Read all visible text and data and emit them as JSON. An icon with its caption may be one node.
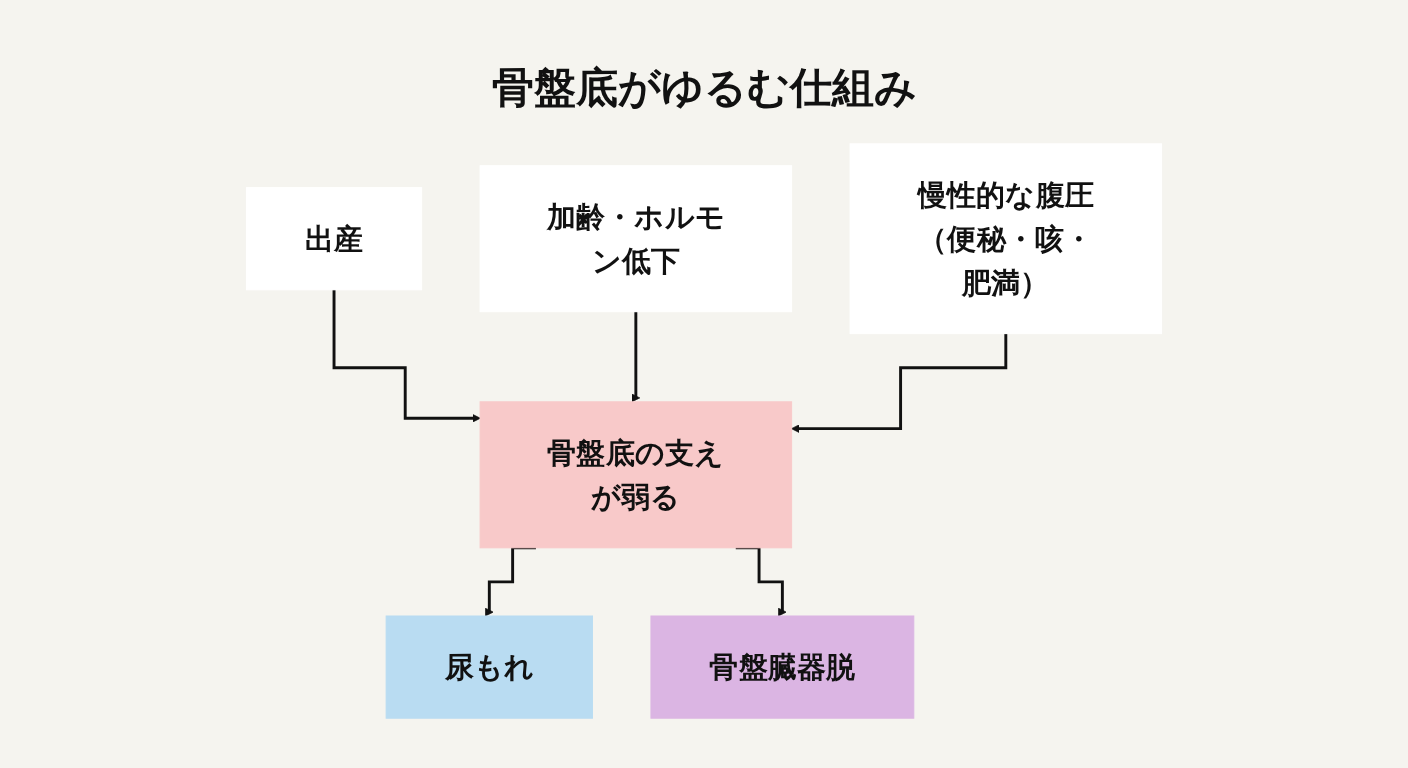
{
  "diagram": {
    "title": "骨盤底がゆるむ仕組み",
    "nodes": [
      {
        "text": [
          "出産"
        ]
      },
      {
        "text": [
          "加齢・ホルモン低下"
        ]
      },
      {
        "text": [
          "慢性的な腹圧（便秘・咳・肥満）"
        ]
      },
      {
        "text": [
          "骨盤底の支えが弱る"
        ]
      },
      {
        "text": [
          "尿もれ"
        ]
      },
      {
        "text": [
          "骨盤臓器脱"
        ]
      }
    ],
    "edges": [
      {
        "from": 0,
        "to": 3,
        "arrow": "to"
      },
      {
        "from": 1,
        "to": 3,
        "arrow": "to"
      },
      {
        "from": 2,
        "to": 3,
        "arrow": "to"
      },
      {
        "from": 3,
        "to": 4,
        "arrow": "to"
      },
      {
        "from": 3,
        "to": 5,
        "arrow": "to"
      }
    ]
  }
}
